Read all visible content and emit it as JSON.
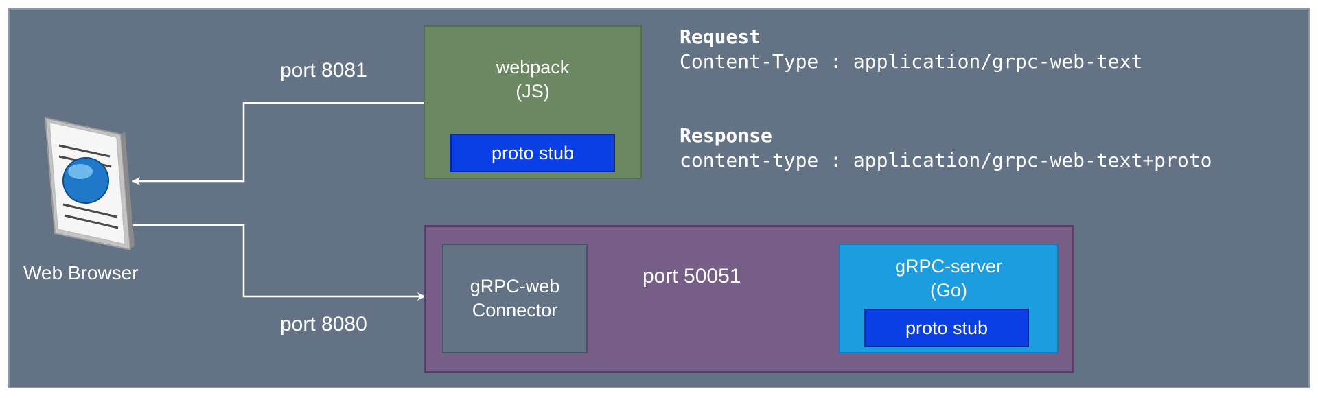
{
  "nodes": {
    "webpack": {
      "line1": "webpack",
      "line2": "(JS)",
      "stub": "proto stub"
    },
    "connector": {
      "line1": "gRPC-web",
      "line2": "Connector"
    },
    "server": {
      "line1": "gRPC-server",
      "line2": "(Go)",
      "stub": "proto stub"
    },
    "browser": {
      "label": "Web Browser"
    }
  },
  "edges": {
    "webpack_to_browser": "port 8081",
    "browser_to_connector": "port 8080",
    "connector_to_server": "port 50051"
  },
  "notes": {
    "request": {
      "heading": "Request",
      "text": "Content-Type : application/grpc-web-text"
    },
    "response": {
      "heading": "Response",
      "text": "content-type : application/grpc-web-text+proto"
    }
  },
  "colors": {
    "background": "#637385",
    "webpack_box": "#6b8862",
    "grpc_group": "#765e87",
    "server_box": "#1c9de0",
    "stub_box": "#0a3fe6",
    "wire": "#ffffff"
  },
  "icons": {
    "browser": "web-browser-icon"
  }
}
